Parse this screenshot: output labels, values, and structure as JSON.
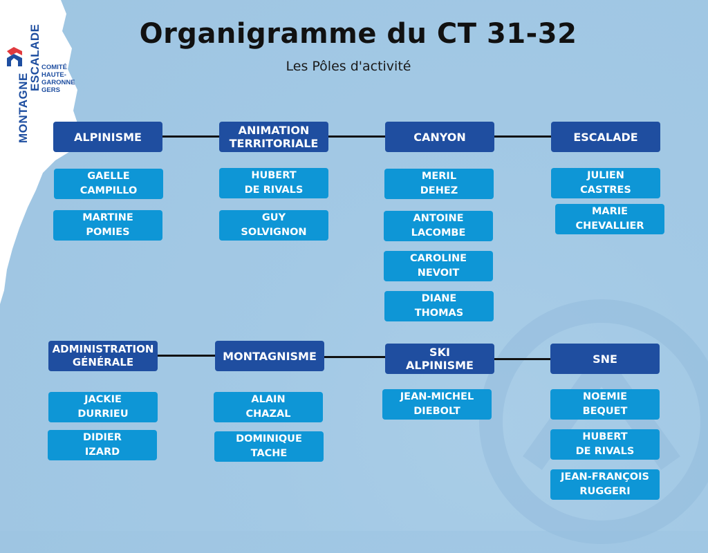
{
  "header": {
    "title": "Organigramme du CT 31-32",
    "subtitle": "Les Pôles d'activité"
  },
  "logo": {
    "word1": "MONTAGNE",
    "word2": "ESCALADE",
    "side_lines": [
      "COMITÉ",
      "HAUTE-",
      "GARONNE",
      "GERS"
    ]
  },
  "colors": {
    "head_box": "#1f4ea0",
    "member_box": "#0e96d6",
    "background": "#a3c9e5",
    "connector": "#111111"
  },
  "poles_top": [
    {
      "name": "ALPINISME",
      "members": [
        "GAELLE\nCAMPILLO",
        "MARTINE\nPOMIES"
      ]
    },
    {
      "name": "ANIMATION\nTERRITORIALE",
      "members": [
        "HUBERT\nDE RIVALS",
        "GUY\nSOLVIGNON"
      ]
    },
    {
      "name": "CANYON",
      "members": [
        "MERIL\nDEHEZ",
        "ANTOINE\nLACOMBE",
        "CAROLINE\nNEVOIT",
        "DIANE\nTHOMAS"
      ]
    },
    {
      "name": "ESCALADE",
      "members": [
        "JULIEN\nCASTRES",
        "MARIE\nCHEVALLIER"
      ]
    }
  ],
  "poles_bottom": [
    {
      "name": "ADMINISTRATION\nGÉNÉRALE",
      "members": [
        "JACKIE\nDURRIEU",
        "DIDIER\nIZARD"
      ]
    },
    {
      "name": "MONTAGNISME",
      "members": [
        "ALAIN\nCHAZAL",
        "DOMINIQUE\nTACHE"
      ]
    },
    {
      "name": "SKI\nALPINISME",
      "members": [
        "JEAN-MICHEL\nDIEBOLT"
      ]
    },
    {
      "name": "SNE",
      "members": [
        "NOEMIE\nBEQUET",
        "HUBERT\nDE RIVALS",
        "JEAN-FRANÇOIS\nRUGGERI"
      ]
    }
  ]
}
